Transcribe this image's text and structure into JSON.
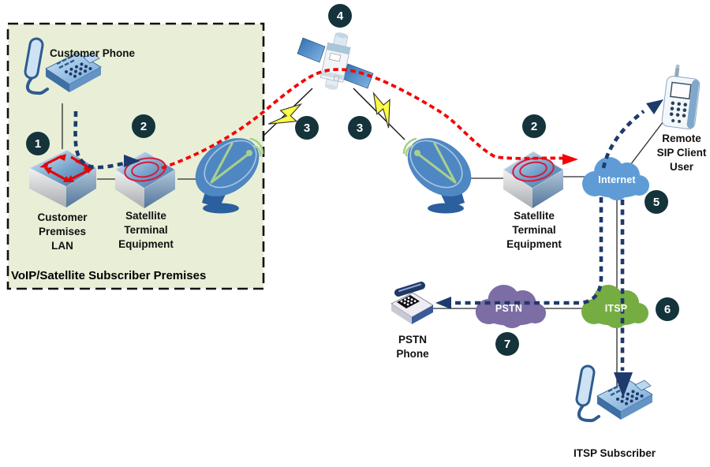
{
  "premises": {
    "title": "VoIP/Satellite Subscriber Premises"
  },
  "nodes": {
    "customer_phone": "Customer Phone",
    "customer_premises_lan": "Customer\nPremises\nLAN",
    "satellite_terminal_equipment": "Satellite\nTerminal\nEquipment",
    "remote_sip_client_user": "Remote\nSIP Client\nUser",
    "pstn_phone": "PSTN\nPhone",
    "itsp_subscriber": "ITSP Subscriber"
  },
  "clouds": {
    "internet": "Internet",
    "pstn": "PSTN",
    "itsp": "ITSP"
  },
  "badges": {
    "n1": "1",
    "n2": "2",
    "n3": "3",
    "n4": "4",
    "n5": "5",
    "n6": "6",
    "n7": "7"
  },
  "colors": {
    "premises_bg": "#e8efd6",
    "badge_bg": "#14333b",
    "signal_path_red": "#f50505",
    "voip_path_navy": "#1e3a6d",
    "internet_cloud": "#5f9cd6",
    "pstn_cloud": "#7c6da4",
    "itsp_cloud": "#76ad43",
    "dish_blue": "#4f87c2",
    "antenna_green": "#a8d08d",
    "lightning_yellow": "#ffff42"
  }
}
